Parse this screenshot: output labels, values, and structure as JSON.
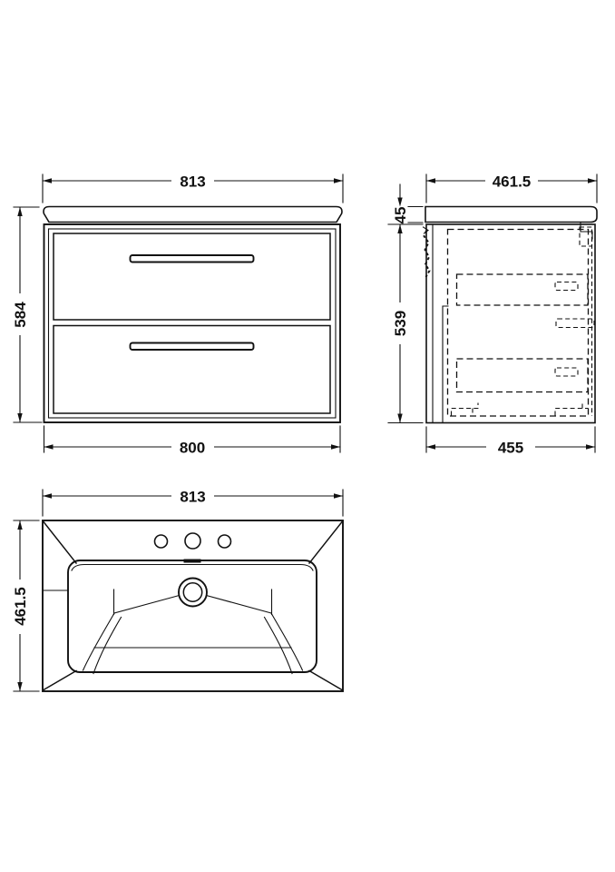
{
  "drawing": {
    "background": "#ffffff",
    "line_color": "#111111",
    "views": {
      "front": {
        "dims": {
          "overall_width": "813",
          "overall_height": "584",
          "cabinet_width": "800"
        }
      },
      "side": {
        "dims": {
          "overall_depth": "461.5",
          "worktop_thickness": "45",
          "cabinet_height": "539",
          "cabinet_depth": "455"
        }
      },
      "plan": {
        "dims": {
          "overall_width": "813",
          "overall_depth": "461.5"
        }
      }
    }
  }
}
